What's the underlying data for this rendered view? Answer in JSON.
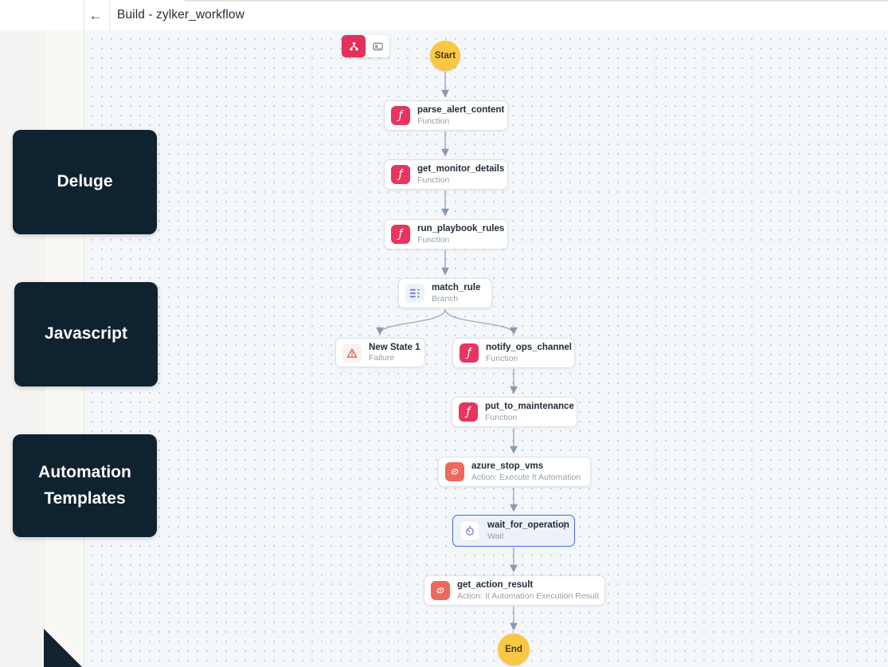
{
  "header": {
    "title": "Build - zylker_workflow"
  },
  "icons": {
    "back": "←",
    "more": "⋮",
    "function_glyph": "ƒ"
  },
  "toolbar": {
    "buttons": [
      "flow-view",
      "minimap"
    ]
  },
  "side_labels": [
    {
      "text": "Deluge"
    },
    {
      "text": "Javascript"
    },
    {
      "text": "Automation Templates"
    }
  ],
  "workflow": {
    "start_label": "Start",
    "end_label": "End",
    "nodes": [
      {
        "title": "parse_alert_content",
        "subtitle": "Function",
        "icon": "function-icon"
      },
      {
        "title": "get_monitor_details",
        "subtitle": "Function",
        "icon": "function-icon"
      },
      {
        "title": "run_playbook_rules",
        "subtitle": "Function",
        "icon": "function-icon"
      },
      {
        "title": "match_rule",
        "subtitle": "Branch",
        "icon": "branch-icon"
      },
      {
        "title": "New State 1",
        "subtitle": "Failure",
        "icon": "warning-icon"
      },
      {
        "title": "notify_ops_channel",
        "subtitle": "Function",
        "icon": "function-icon"
      },
      {
        "title": "put_to_maintenance",
        "subtitle": "Function",
        "icon": "function-icon"
      },
      {
        "title": "azure_stop_vms",
        "subtitle": "Action: Execute It Automation",
        "icon": "automation-icon"
      },
      {
        "title": "wait_for_operation",
        "subtitle": "Wait",
        "icon": "wait-icon",
        "selected": true
      },
      {
        "title": "get_action_result",
        "subtitle": "Action: It Automation Execution Result",
        "icon": "automation-icon"
      }
    ]
  },
  "colors": {
    "accent_pink": "#e73560",
    "action_coral": "#ed685c",
    "selection_blue": "#4f6bd8",
    "terminal_yellow": "#f8c844",
    "label_dark_navy": "#0f2230",
    "edge_gray": "#9aa7ba"
  }
}
